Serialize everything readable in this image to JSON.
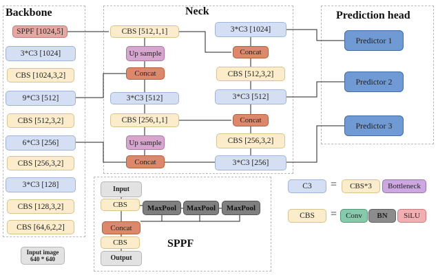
{
  "titles": {
    "backbone": "Backbone",
    "neck": "Neck",
    "prediction_head": "Prediction head",
    "sppf": "SPPF"
  },
  "backbone": {
    "sppf": "SPPF [1024,5]",
    "c3_1024": "3*C3 [1024]",
    "cbs_1024": "CBS [1024,3,2]",
    "c3_512": "9*C3 [512]",
    "cbs_512": "CBS [512,3,2]",
    "c3_256": "6*C3 [256]",
    "cbs_256": "CBS [256,3,2]",
    "c3_128": "3*C3 [128]",
    "cbs_128": "CBS [128,3,2]",
    "cbs_64": "CBS [64,6,2,2]",
    "input_line1": "Input image",
    "input_line2": "640 * 640"
  },
  "neck": {
    "cbs_512_top": "CBS [512,1,1]",
    "upsample_1": "Up sample",
    "concat_1": "Concat",
    "c3_512_left": "3*C3 [512]",
    "cbs_256_mid": "CBS [256,1,1]",
    "upsample_2": "Up sample",
    "concat_2": "Concat",
    "c3_1024_right": "3*C3 [1024]",
    "concat_r1": "Concat",
    "cbs_512_right": "CBS [512,3,2]",
    "c3_512_right": "3*C3 [512]",
    "concat_r2": "Concat",
    "cbs_256_right": "CBS [256,3,2]",
    "c3_256_right": "3*C3 [256]"
  },
  "head": {
    "predictor_1": "Predictor 1",
    "predictor_2": "Predictor 2",
    "predictor_3": "Predictor 3"
  },
  "sppf": {
    "input": "Input",
    "cbs_1": "CBS",
    "concat": "Concat",
    "cbs_2": "CBS",
    "output": "Output",
    "maxpool_1": "MaxPool",
    "maxpool_2": "MaxPool",
    "maxpool_3": "MaxPool"
  },
  "legend": {
    "c3": "C3",
    "equals": "=",
    "c3_cbs": "CBS*3",
    "bottleneck": "Bottleneck",
    "cbs": "CBS",
    "conv": "Conv",
    "bn": "BN",
    "silu": "SiLU"
  }
}
